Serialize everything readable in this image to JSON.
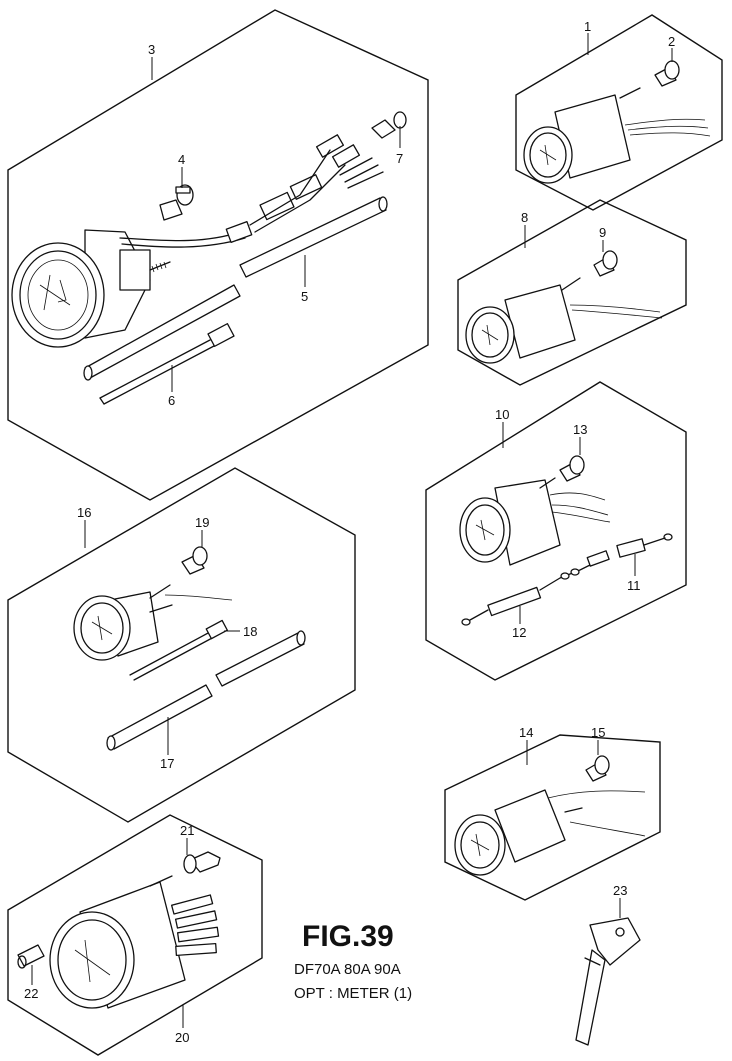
{
  "figure": {
    "title": "FIG.39",
    "models": "DF70A 80A 90A",
    "subtitle": "OPT : METER (1)"
  },
  "callouts": {
    "c1": "1",
    "c2": "2",
    "c3": "3",
    "c4": "4",
    "c5": "5",
    "c6": "6",
    "c7": "7",
    "c8": "8",
    "c9": "9",
    "c10": "10",
    "c11": "11",
    "c12": "12",
    "c13": "13",
    "c14": "14",
    "c15": "15",
    "c16": "16",
    "c17": "17",
    "c18": "18",
    "c19": "19",
    "c20": "20",
    "c21": "21",
    "c22": "22",
    "c23": "23"
  }
}
